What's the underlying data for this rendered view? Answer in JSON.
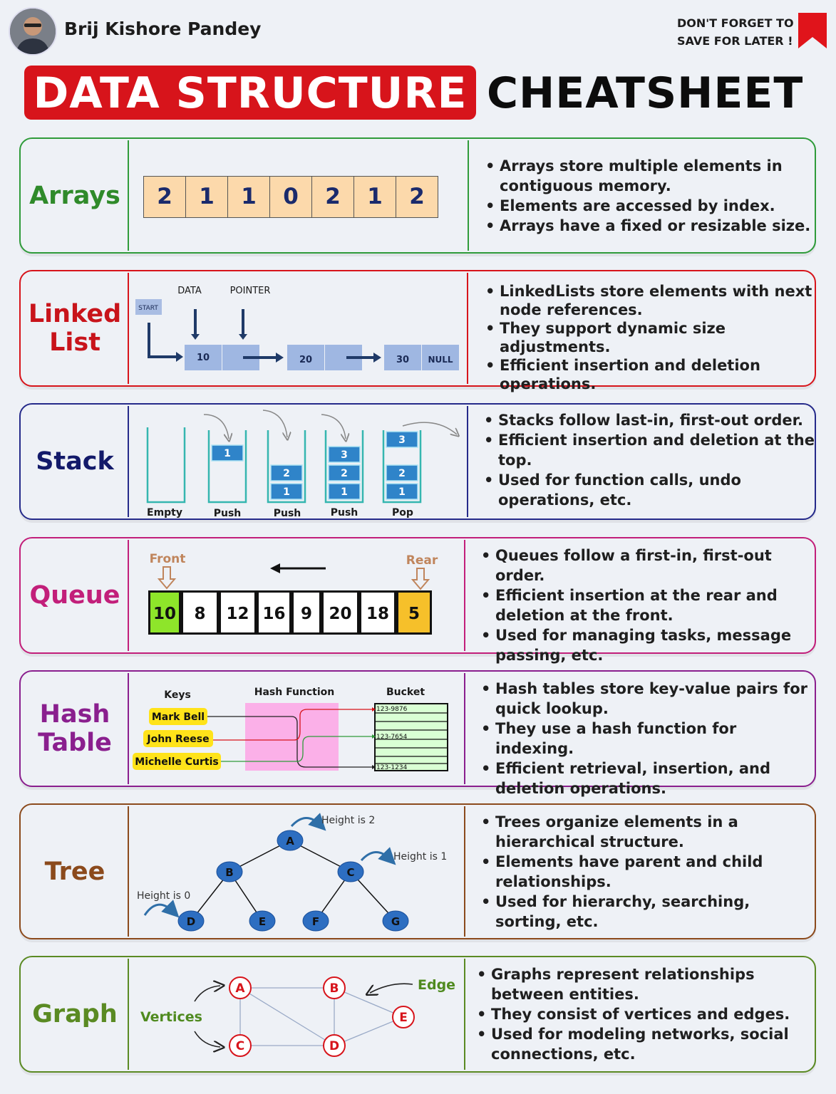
{
  "header": {
    "author": "Brij Kishore Pandey",
    "save_line1": "DON'T FORGET TO",
    "save_line2": "SAVE FOR LATER !",
    "title_red": "DATA STRUCTURE",
    "title_black": "CHEATSHEET"
  },
  "colors": {
    "arrays": "#2f9b3a",
    "linked": "#d7141b",
    "stack": "#252a8a",
    "queue": "#c21f7a",
    "hash": "#8a1f8e",
    "tree": "#8b4a1c",
    "graph": "#5a8a23"
  },
  "arrays": {
    "label": "Arrays",
    "cells": [
      "2",
      "1",
      "1",
      "0",
      "2",
      "1",
      "2"
    ],
    "bullets": [
      "Arrays store multiple elements in contiguous memory.",
      "Elements are accessed by index.",
      "Arrays have a fixed or resizable size."
    ]
  },
  "linked": {
    "label_1": "Linked",
    "label_2": "List",
    "start": "START",
    "data": "DATA",
    "pointer": "POINTER",
    "nodes": [
      "10",
      "20",
      "30"
    ],
    "null": "NULL",
    "bullets": [
      "LinkedLists store elements with next node references.",
      "They support dynamic size adjustments.",
      "Efficient insertion and deletion operations."
    ]
  },
  "stack": {
    "label": "Stack",
    "captions": [
      "Empty",
      "Push",
      "Push",
      "Push",
      "Pop"
    ],
    "items": {
      "s1": [
        "1"
      ],
      "s2": [
        "2",
        "1"
      ],
      "s3": [
        "3",
        "2",
        "1"
      ],
      "s4_top": "3",
      "s4": [
        "2",
        "1"
      ]
    },
    "bullets": [
      "Stacks follow last-in, first-out order.",
      "Efficient insertion and deletion at the top.",
      "Used for function calls, undo operations, etc."
    ]
  },
  "queue": {
    "label": "Queue",
    "front": "Front",
    "rear": "Rear",
    "cells": [
      "10",
      "8",
      "12",
      "16",
      "9",
      "20",
      "18",
      "5"
    ],
    "bullets": [
      "Queues follow a first-in, first-out order.",
      "Efficient insertion at the rear and deletion at the front.",
      "Used for managing tasks, message passing, etc."
    ]
  },
  "hash": {
    "label_1": "Hash",
    "label_2": "Table",
    "keys_title": "Keys",
    "func_title": "Hash Function",
    "bucket_title": "Bucket",
    "keys": [
      "Mark Bell",
      "John Reese",
      "Michelle Curtis"
    ],
    "buckets": [
      "123-9876",
      "123-7654",
      "123-1234"
    ],
    "bullets": [
      "Hash tables store key-value pairs for quick lookup.",
      "They use a hash function for indexing.",
      "Efficient retrieval, insertion, and deletion operations."
    ]
  },
  "tree": {
    "label": "Tree",
    "nodes": [
      "A",
      "B",
      "C",
      "D",
      "E",
      "F",
      "G"
    ],
    "h2": "Height is 2",
    "h1": "Height is 1",
    "h0": "Height is 0",
    "bullets": [
      "Trees organize elements in a hierarchical structure.",
      "Elements have parent and child relationships.",
      "Used for hierarchy, searching, sorting, etc."
    ]
  },
  "graph": {
    "label": "Graph",
    "vertices": "Vertices",
    "edge": "Edge",
    "nodes": [
      "A",
      "B",
      "C",
      "D",
      "E"
    ],
    "bullets": [
      "Graphs represent relationships between entities.",
      "They consist of vertices and edges.",
      "Used for modeling networks, social connections, etc."
    ]
  }
}
